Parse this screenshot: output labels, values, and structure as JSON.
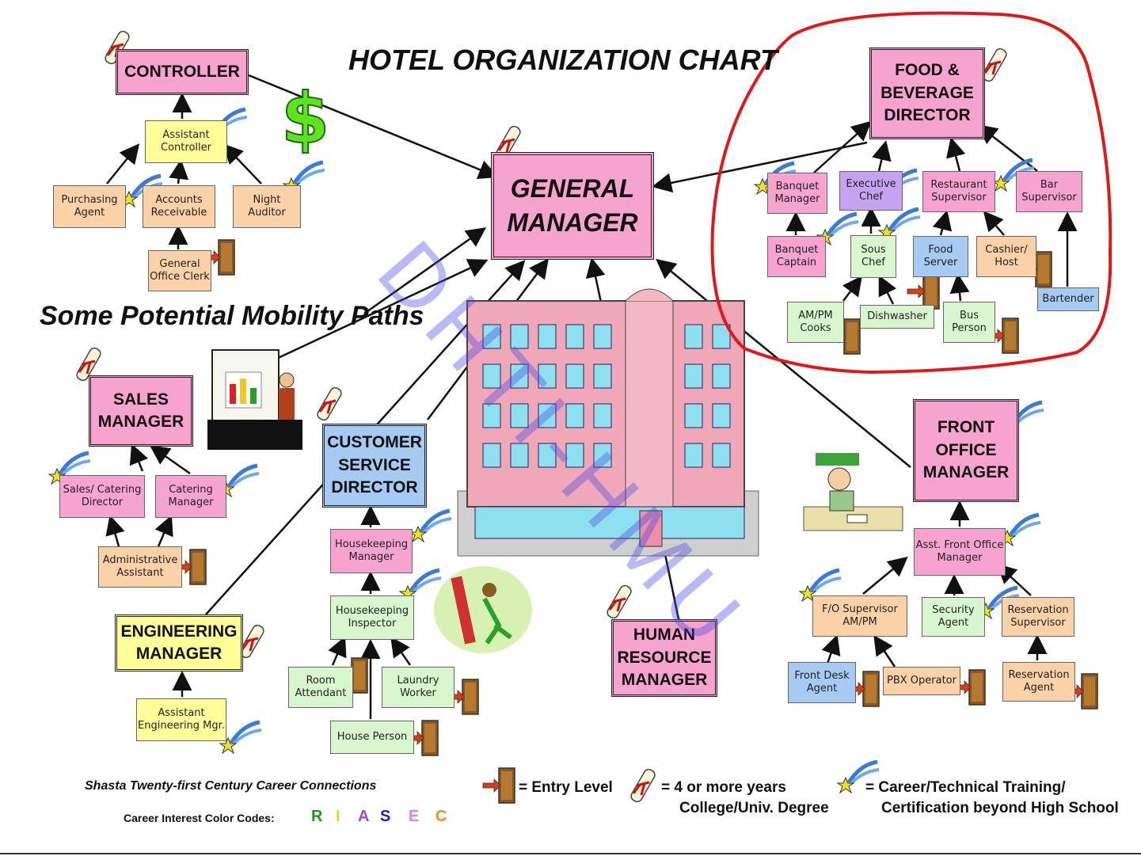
{
  "title": "HOTEL ORGANIZATION CHART",
  "subtitle": "Some Potential Mobility Paths",
  "watermark": "DHTI-HMU",
  "boxes": {
    "controller": "CONTROLLER",
    "asst_controller": "Assistant\nController",
    "purchasing_agent": "Purchasing\nAgent",
    "accounts_receivable": "Accounts\nReceivable",
    "night_auditor": "Night\nAuditor",
    "general_office_clerk": "General\nOffice Clerk",
    "general_manager": "GENERAL\nMANAGER",
    "fb_director": "FOOD &\nBEVERAGE\nDIRECTOR",
    "banquet_manager": "Banquet\nManager",
    "executive_chef": "Executive\nChef",
    "restaurant_supervisor": "Restaurant\nSupervisor",
    "bar_supervisor": "Bar\nSupervisor",
    "banquet_captain": "Banquet\nCaptain",
    "sous_chef": "Sous\nChef",
    "food_server": "Food\nServer",
    "cashier_host": "Cashier/\nHost",
    "bartender": "Bartender",
    "ampm_cooks": "AM/PM\nCooks",
    "dishwasher": "Dishwasher",
    "bus_person": "Bus\nPerson",
    "sales_manager": "SALES\nMANAGER",
    "sales_catering_director": "Sales/ Catering\nDirector",
    "catering_manager": "Catering\nManager",
    "administrative_assistant": "Administrative\nAssistant",
    "engineering_manager": "ENGINEERING\nMANAGER",
    "asst_engineering_mgr": "Assistant\nEngineering Mgr.",
    "customer_service_director": "CUSTOMER\nSERVICE\nDIRECTOR",
    "housekeeping_manager": "Housekeeping\nManager",
    "housekeeping_inspector": "Housekeeping\nInspector",
    "room_attendant": "Room\nAttendant",
    "laundry_worker": "Laundry\nWorker",
    "house_person": "House Person",
    "hr_manager": "HUMAN\nRESOURCE\nMANAGER",
    "front_office_manager": "FRONT\nOFFICE\nMANAGER",
    "asst_front_office_manager": "Asst. Front Office\nManager",
    "fo_supervisor": "F/O Supervisor\nAM/PM",
    "security_agent": "Security\nAgent",
    "reservation_supervisor": "Reservation\nSupervisor",
    "front_desk_agent": "Front Desk\nAgent",
    "pbx_operator": "PBX Operator",
    "reservation_agent": "Reservation\nAgent"
  },
  "footer": {
    "organization": "Shasta Twenty-first Century Career Connections",
    "color_codes_label": "Career Interest Color Codes:",
    "color_codes": [
      {
        "letter": "R",
        "color": "#1a9a1a"
      },
      {
        "letter": "I",
        "color": "#e6d21e"
      },
      {
        "letter": "A",
        "color": "#9a4ad6"
      },
      {
        "letter": "S",
        "color": "#1a1ae6"
      },
      {
        "letter": "E",
        "color": "#f27ed2"
      },
      {
        "letter": "C",
        "color": "#f28a1e"
      }
    ]
  },
  "legend": {
    "entry_level": "= Entry Level",
    "degree_line1": "= 4 or more years",
    "degree_line2": "College/Univ. Degree",
    "training_line1": "= Career/Technical Training/",
    "training_line2": "Certification beyond High School"
  },
  "colors": {
    "pink": "#f6a3d0",
    "peach": "#fbd1a7",
    "yellow": "#ffff9a",
    "green": "#d9f7cf",
    "blue": "#a6caf2",
    "lavender": "#c6a3f2",
    "highlight_circle": "#e01818"
  },
  "icons": [
    "diploma-icon",
    "shooting-star-icon",
    "door-icon",
    "dollar-icon",
    "hotel-building-illustration"
  ]
}
